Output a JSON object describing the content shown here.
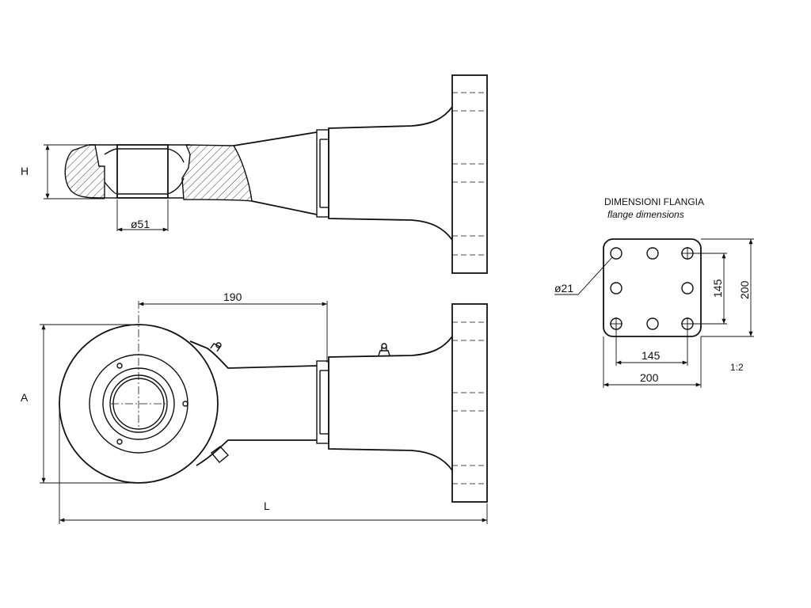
{
  "dimensions": {
    "H": "H",
    "bore_diameter": "ø51",
    "center_to_flange": "190",
    "A": "A",
    "L": "L"
  },
  "flange": {
    "title": "DIMENSIONI FLANGIA",
    "subtitle": "flange dimensions",
    "hole_diameter": "ø21",
    "hole_spacing_vertical": "145",
    "overall_vertical": "200",
    "hole_spacing_horizontal": "145",
    "overall_horizontal": "200",
    "scale": "1:2"
  }
}
